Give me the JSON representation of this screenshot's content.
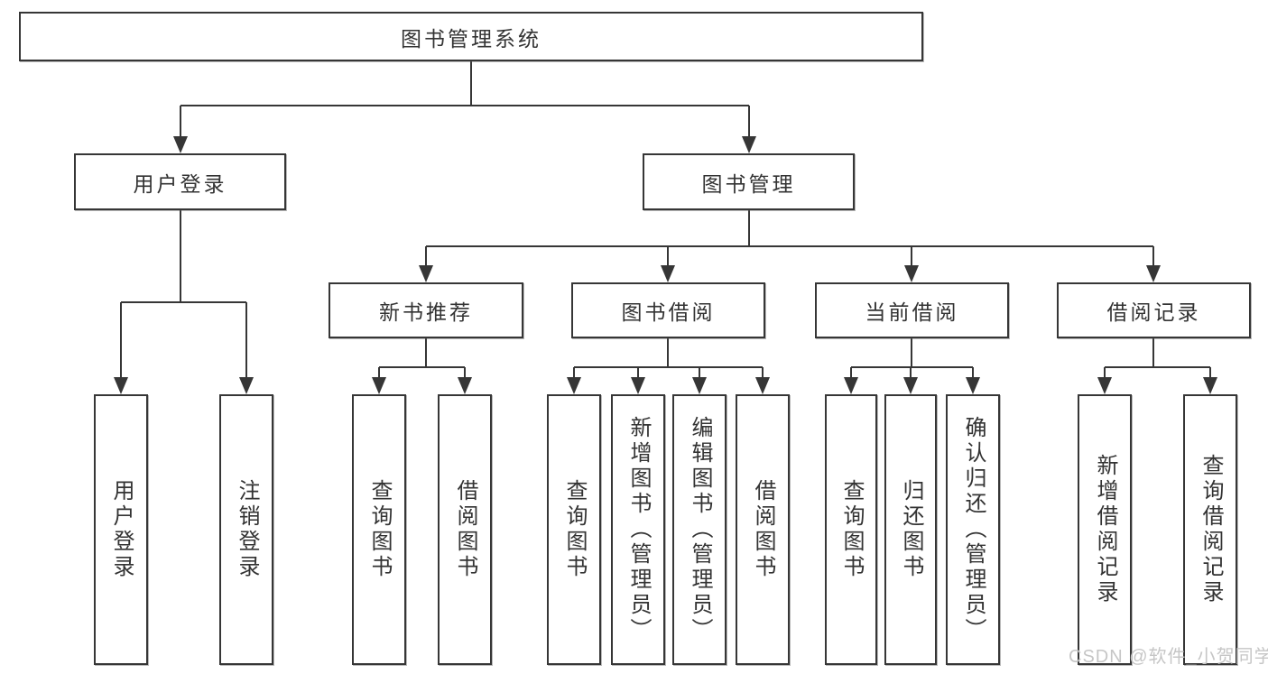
{
  "diagram": {
    "root": {
      "label": "图书管理系统"
    },
    "level2": [
      {
        "label": "用户登录"
      },
      {
        "label": "图书管理"
      }
    ],
    "level3": [
      {
        "label": "新书推荐"
      },
      {
        "label": "图书借阅"
      },
      {
        "label": "当前借阅"
      },
      {
        "label": "借阅记录"
      }
    ],
    "leaves": [
      {
        "label": "用户登录"
      },
      {
        "label": "注销登录"
      },
      {
        "label": "查询图书"
      },
      {
        "label": "借阅图书"
      },
      {
        "label": "查询图书"
      },
      {
        "label": "新增图书（管理员）"
      },
      {
        "label": "编辑图书（管理员）"
      },
      {
        "label": "借阅图书"
      },
      {
        "label": "查询图书"
      },
      {
        "label": "归还图书"
      },
      {
        "label": "确认归还（管理员）"
      },
      {
        "label": "新增借阅记录"
      },
      {
        "label": "查询借阅记录"
      }
    ],
    "colors": {
      "line": "#363636",
      "text": "#333333",
      "box_background": "#ffffff",
      "page_background": "#ffffff",
      "watermark": "#c6c6c6"
    }
  },
  "watermark": {
    "text": "CSDN @软件_小贺同学"
  }
}
